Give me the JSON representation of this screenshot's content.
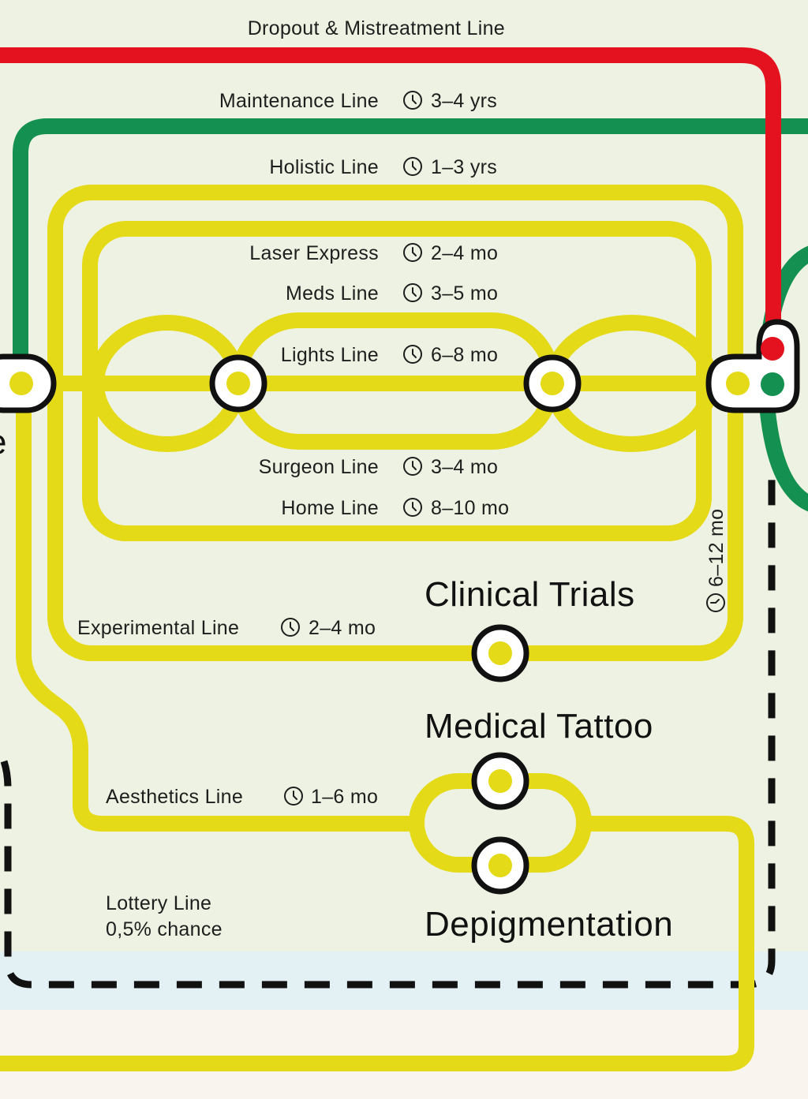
{
  "colors": {
    "background": "#f9f5ee",
    "zone_green": "#eef2e2",
    "zone_blue": "#e3f0f4",
    "yellow_line": "#e4da18",
    "red_line": "#e4111e",
    "green_line": "#149150",
    "black": "#111111",
    "white": "#ffffff"
  },
  "lines": {
    "dropout": {
      "name": "Dropout & Mistreatment Line"
    },
    "maintenance": {
      "name": "Maintenance Line",
      "duration": "3–4 yrs"
    },
    "holistic": {
      "name": "Holistic Line",
      "duration": "1–3 yrs"
    },
    "laser_express": {
      "name": "Laser Express",
      "duration": "2–4 mo"
    },
    "meds": {
      "name": "Meds Line",
      "duration": "3–5 mo"
    },
    "lights": {
      "name": "Lights Line",
      "duration": "6–8 mo"
    },
    "surgeon": {
      "name": "Surgeon Line",
      "duration": "3–4 mo"
    },
    "home": {
      "name": "Home Line",
      "duration": "8–10 mo"
    },
    "vertical_segment": {
      "duration": "6–12 mo"
    },
    "experimental": {
      "name": "Experimental Line",
      "duration": "2–4 mo"
    },
    "aesthetics": {
      "name": "Aesthetics Line",
      "duration": "1–6 mo"
    },
    "lottery": {
      "name": "Lottery Line",
      "chance": "0,5% chance"
    }
  },
  "stations": {
    "clinical_trials": "Clinical Trials",
    "medical_tattoo": "Medical Tattoo",
    "depigmentation": "Depigmentation",
    "left_edge_fragment": "e"
  },
  "icons": {
    "duration": "clock-icon",
    "terminal": "traffic-light-station"
  }
}
